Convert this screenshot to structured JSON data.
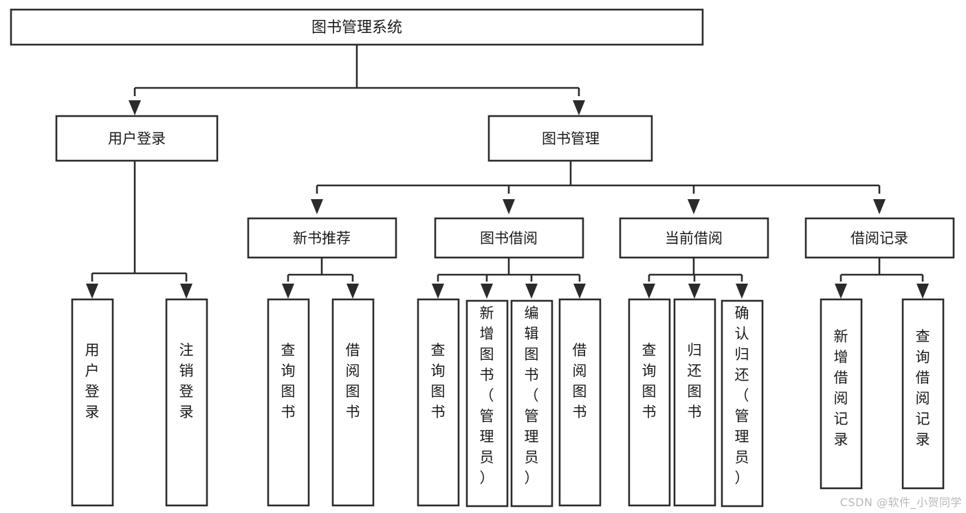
{
  "diagram": {
    "type": "tree",
    "title": "图书管理系统",
    "orientation": "top-down",
    "watermark": "CSDN @软件_小贺同学",
    "colors": {
      "box_stroke": "#2b2b2b",
      "box_fill": "#ffffff",
      "text": "#1a1a1a",
      "background": "#ffffff",
      "watermark": "#b8b8b8"
    },
    "levels": {
      "level1": {
        "label": "root"
      },
      "level2": {
        "label": "modules"
      },
      "level3": {
        "label": "sub-modules"
      },
      "level4": {
        "label": "functions"
      }
    },
    "nodes": {
      "root": {
        "label": "图书管理系统"
      },
      "user_login": {
        "label": "用户登录"
      },
      "book_manage": {
        "label": "图书管理"
      },
      "new_book_rec": {
        "label": "新书推荐"
      },
      "book_borrow": {
        "label": "图书借阅"
      },
      "current_borrow": {
        "label": "当前借阅"
      },
      "borrow_record": {
        "label": "借阅记录"
      }
    },
    "leaves": {
      "login_user_login": {
        "label": "用户登录"
      },
      "login_logout": {
        "label": "注销登录"
      },
      "rec_query_book": {
        "label": "查询图书"
      },
      "rec_borrow_book": {
        "label": "借阅图书"
      },
      "borrow_query_book": {
        "label": "查询图书"
      },
      "borrow_add_book": {
        "label": "新增图书（管理员）"
      },
      "borrow_edit_book": {
        "label": "编辑图书（管理员）"
      },
      "borrow_borrow_book": {
        "label": "借阅图书"
      },
      "cur_query_book": {
        "label": "查询图书"
      },
      "cur_return_book": {
        "label": "归还图书"
      },
      "cur_confirm_return": {
        "label": "确认归还（管理员）"
      },
      "rec_add_record": {
        "label": "新增借阅记录"
      },
      "rec_query_record": {
        "label": "查询借阅记录"
      }
    }
  }
}
